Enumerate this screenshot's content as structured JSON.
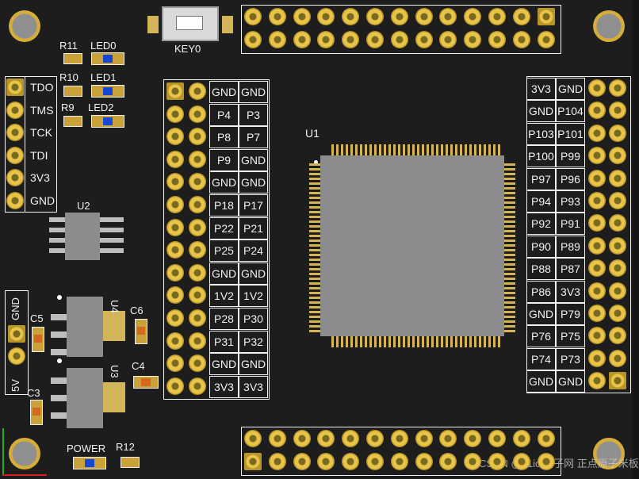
{
  "board": {
    "left_header": {
      "labels": [
        "TDO",
        "TMS",
        "TCK",
        "TDI",
        "3V3",
        "GND"
      ]
    },
    "mid_header": {
      "rows": [
        [
          "GND",
          "GND"
        ],
        [
          "P4",
          "P3"
        ],
        [
          "P8",
          "P7"
        ],
        [
          "P9",
          "GND"
        ],
        [
          "GND",
          "GND"
        ],
        [
          "P18",
          "P17"
        ],
        [
          "P22",
          "P21"
        ],
        [
          "P25",
          "P24"
        ],
        [
          "GND",
          "GND"
        ],
        [
          "1V2",
          "1V2"
        ],
        [
          "P28",
          "P30"
        ],
        [
          "P31",
          "P32"
        ],
        [
          "GND",
          "GND"
        ],
        [
          "3V3",
          "3V3"
        ]
      ]
    },
    "right_header": {
      "rows": [
        [
          "3V3",
          "GND"
        ],
        [
          "GND",
          "P104"
        ],
        [
          "P103",
          "P101"
        ],
        [
          "P100",
          "P99"
        ],
        [
          "P97",
          "P96"
        ],
        [
          "P94",
          "P93"
        ],
        [
          "P92",
          "P91"
        ],
        [
          "P90",
          "P89"
        ],
        [
          "P88",
          "P87"
        ],
        [
          "P86",
          "3V3"
        ],
        [
          "GND",
          "P79"
        ],
        [
          "P76",
          "P75"
        ],
        [
          "P74",
          "P73"
        ],
        [
          "GND",
          "GND"
        ]
      ]
    },
    "labels": {
      "r11": "R11",
      "led0": "LED0",
      "r10": "R10",
      "led1": "LED1",
      "r9": "R9",
      "led2": "LED2",
      "u1": "U1",
      "u2": "U2",
      "u3": "U3",
      "u4": "U4",
      "key0": "KEY0",
      "c3": "C3",
      "c4": "C4",
      "c5": "C5",
      "c6": "C6",
      "gnd_pwr": "GND",
      "v5": "5V",
      "power": "POWER",
      "r12": "R12"
    },
    "watermark": "CSDN @21ic 电子网 正点原子米板",
    "colors": {
      "board": "#1d1d1d",
      "pad": "#e8c548",
      "silk": "#f2f2f2",
      "chip": "#8c8c8c"
    }
  }
}
